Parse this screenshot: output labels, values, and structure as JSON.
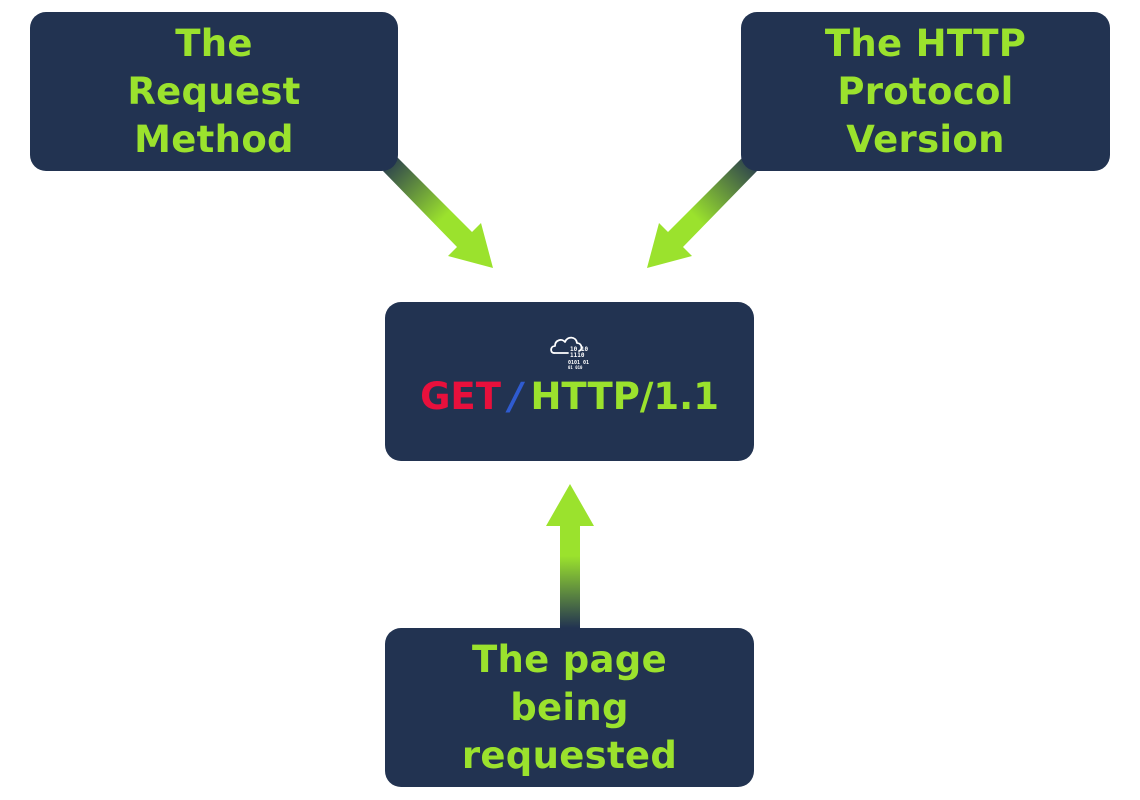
{
  "boxes": {
    "method": {
      "label": "The Request Method"
    },
    "version": {
      "label": "The HTTP Protocol Version"
    },
    "page": {
      "label": "The page being requested"
    }
  },
  "request_line": {
    "method": "GET",
    "path": "/",
    "version": "HTTP/1.1"
  },
  "cloud_icon": {
    "name": "cloud-data-icon",
    "digits_row1": "10  10",
    "digits_row2": "1110",
    "digits_row3": "0101  01",
    "digits_row4": "01    010"
  },
  "colors": {
    "box_background": "#223351",
    "label_green": "#9be22d",
    "method_red": "#e8103c",
    "slash_blue": "#2f5bd0",
    "arrow_green": "#9be22d"
  }
}
